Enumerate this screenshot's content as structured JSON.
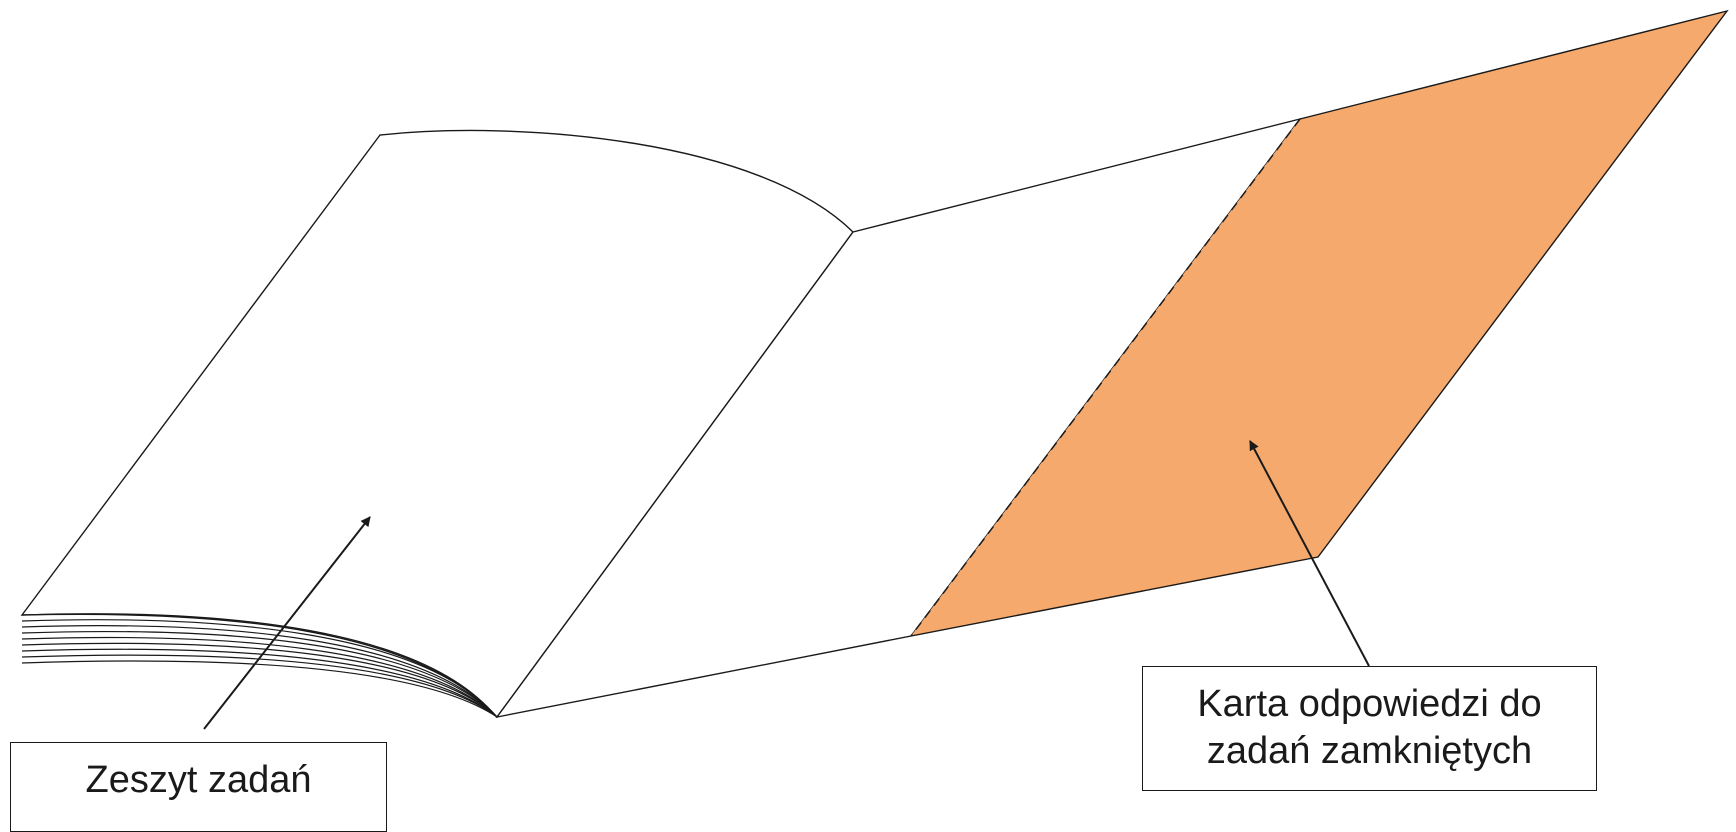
{
  "labels": {
    "booklet": {
      "lines": [
        "Zeszyt zadań"
      ]
    },
    "answer_sheet": {
      "lines": [
        "Karta odpowiedzi do",
        "zadań zamkniętych"
      ]
    }
  },
  "colors": {
    "answer_sheet_fill": "#f5a96d",
    "outline": "#1a1a1a",
    "background": "#ffffff"
  }
}
